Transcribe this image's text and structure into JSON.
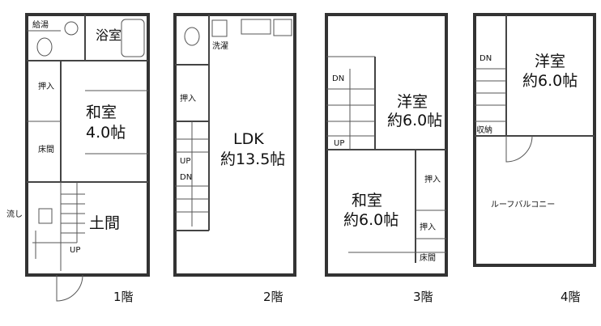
{
  "floors": [
    {
      "name": "1階",
      "rooms": [
        "給湯",
        "浴室",
        "押入",
        "和室",
        "4.0帖",
        "床間",
        "土間",
        "流し",
        "UP"
      ]
    },
    {
      "name": "2階",
      "rooms": [
        "洗濯",
        "押入",
        "LDK",
        "約13.5帖",
        "UP",
        "DN"
      ]
    },
    {
      "name": "3階",
      "rooms": [
        "DN",
        "UP",
        "洋室",
        "約6.0帖",
        "和室",
        "約6.0帖",
        "押入",
        "押入",
        "床間"
      ]
    },
    {
      "name": "4階",
      "rooms": [
        "DN",
        "洋室",
        "約6.0帖",
        "収納",
        "ルーフバルコニー"
      ]
    }
  ],
  "colors": {
    "wall": "#333333",
    "background": "#ffffff"
  }
}
